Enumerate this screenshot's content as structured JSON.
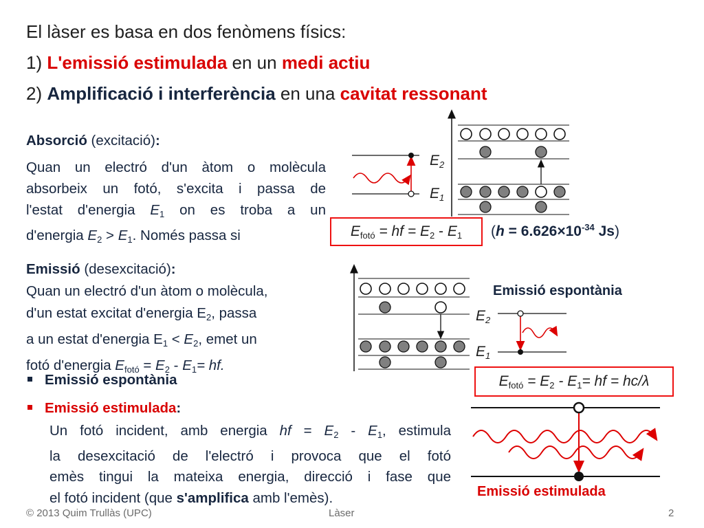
{
  "title": {
    "line1": "El làser es basa en dos fenòmens físics:",
    "line2": {
      "num": "1) ",
      "a": "L'emissió estimulada",
      "b": " en un ",
      "c": "medi actiu"
    },
    "line3": {
      "num": "2) ",
      "a": "Amplificació i interferència",
      "b": " en una ",
      "c": "cavitat ressonant"
    }
  },
  "absorcio": {
    "heading_bold": "Absorció",
    "heading_rest": " (excitació)",
    "heading_colon": ":",
    "p_line1": "Quan un electró d'un àtom o molècula",
    "p_line2": "absorbeix un fotó, s'excita i passa de",
    "p_line3a": "l'estat d'energia ",
    "p_line3b": "E",
    "p_line3c": "1",
    "p_line3d": " on es troba a un",
    "p_line4a": "d'energia ",
    "p_line4b": "E",
    "p_line4c": "2",
    "p_line4d": " > ",
    "p_line4e": "E",
    "p_line4f": "1",
    "p_line4g": ". Només passa si"
  },
  "formula1": {
    "E": "E",
    "sub": "fotó",
    "rest1": " = hf = ",
    "E2": "E",
    "s2": "2",
    "minus": " - ",
    "E1": "E",
    "s1": "1"
  },
  "planck": {
    "open": "(",
    "h": "h",
    "eq": " = 6.626",
    "times": "×",
    "ten": "10",
    "exp": "-34",
    "unit": " Js",
    "close": ")"
  },
  "diag1": {
    "E2": "E",
    "E2s": "2",
    "E1": "E",
    "E1s": "1"
  },
  "emissio": {
    "heading_bold": "Emissió",
    "heading_rest": " (desexcitació)",
    "heading_colon": ":",
    "l1": "Quan un electró d'un àtom o molècula,",
    "l2a": "d'un estat excitat d'energia E",
    "l2b": "2",
    "l2c": ", passa",
    "l3a": "a un estat d'energia E",
    "l3b": "1",
    "l3c": " < ",
    "l3d": "E",
    "l3e": "2",
    "l3f": ", emet un",
    "l4a": "fotó d'energia  ",
    "l4b": "E",
    "l4c": "fotó",
    "l4d": " = ",
    "l4e": "E",
    "l4f": "2",
    "l4g": " - ",
    "l4h": "E",
    "l4i": "1",
    "l4j": "= hf."
  },
  "espontania_label": "Emissió espontània",
  "diag2": {
    "E2": "E",
    "E2s": "2",
    "E1": "E",
    "E1s": "1"
  },
  "formula2": {
    "E": "E",
    "sub": "fotó",
    "rest1": " = E",
    "s2": "2",
    "m": " - E",
    "s1": "1",
    "rest2": "= hf = hc/",
    "lambda": "λ"
  },
  "bullets": {
    "b1": "Emissió espontània",
    "b2_head": "Emissió estimulada",
    "b2_colon": ":",
    "b2_l1a": "Un fotó incident, amb energia ",
    "b2_l1b": "hf",
    "b2_l1c": " = ",
    "b2_l1d": "E",
    "b2_l1e": "2",
    "b2_l1f": " - ",
    "b2_l1g": "E",
    "b2_l1h": "1",
    "b2_l1i": ", estimula",
    "b2_l2": "la desexcitació de l'electró i provoca que el fotó",
    "b2_l3": "emès tingui la mateixa energia, direcció i fase que",
    "b2_l4a": "el fotó incident (que ",
    "b2_l4b": "s'amplifica",
    "b2_l4c": " amb l'emès)."
  },
  "estimulada_label": "Emissió estimulada",
  "footer": {
    "left": "© 2013 Quim Trullàs (UPC)",
    "center": "Làser",
    "right": "2"
  },
  "colors": {
    "red": "#d90000",
    "navy": "#17263f",
    "grey_circle": "#808080"
  }
}
